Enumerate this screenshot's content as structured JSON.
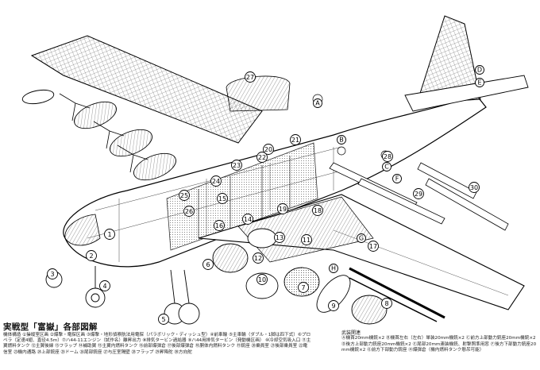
{
  "caption": {
    "title": "実戦型「富嶽」各部図解",
    "body": "機体構造 ①操縦室区画 ②爆撃・電探区画 ③爆撃・地形偵察航法用電探（パラボリック・ディッシュ型）④前車輪 ⑤主車輪（ダブル・1脚は四下式）⑥プロペラ（定速4翅、直径4.5m）⑦ハ44-11エンジン（試作名）離昇出力 ⑧排気タービン過給器 ⑨ハ44用排気タービン（発動機区画） ⑩冷却空気吸入口 ⑪主翼燃料タンク ⑫主翼後縁 ⑬フラップ ⑭補助翼 ⑮主翼内燃料タンク ⑯前部爆弾倉 ⑰後部爆弾倉 ⑱胴体内燃料タンク ⑲銃座 ⑳乗員室 ㉑後部乗員室 ㉒電信室 ㉓機内通路 ㉔上部銃座 ㉕ドーム ㉖尾部銃座 ㉗与圧室隔壁 ㉘フラップ ㉙昇降舵 ㉚方向舵",
    "armament_title": "武装関連",
    "armament": "Ⓐ機首20mm機銃×2 Ⓑ機首左右（左右）単装20mm機銃×2 Ⓒ前方上部動力銃座20mm機銃×2 Ⓓ後方上部動力銃座20mm機銃×2 Ⓔ尾部20mm連装機銃、射撃照準用窓 Ⓕ後方下部動力銃座20mm機銃×2 Ⓖ前方下部動力銃座 Ⓗ爆弾倉（機内燃料タンク懸吊可能）"
  },
  "callouts": [
    "1",
    "2",
    "3",
    "4",
    "5",
    "6",
    "7",
    "8",
    "9",
    "10",
    "11",
    "12",
    "13",
    "14",
    "15",
    "16",
    "17",
    "18",
    "19",
    "20",
    "21",
    "22",
    "23",
    "24",
    "25",
    "26",
    "27",
    "28",
    "29",
    "30"
  ],
  "armament_letters": [
    "A",
    "B",
    "C",
    "D",
    "E",
    "F",
    "G",
    "H"
  ]
}
